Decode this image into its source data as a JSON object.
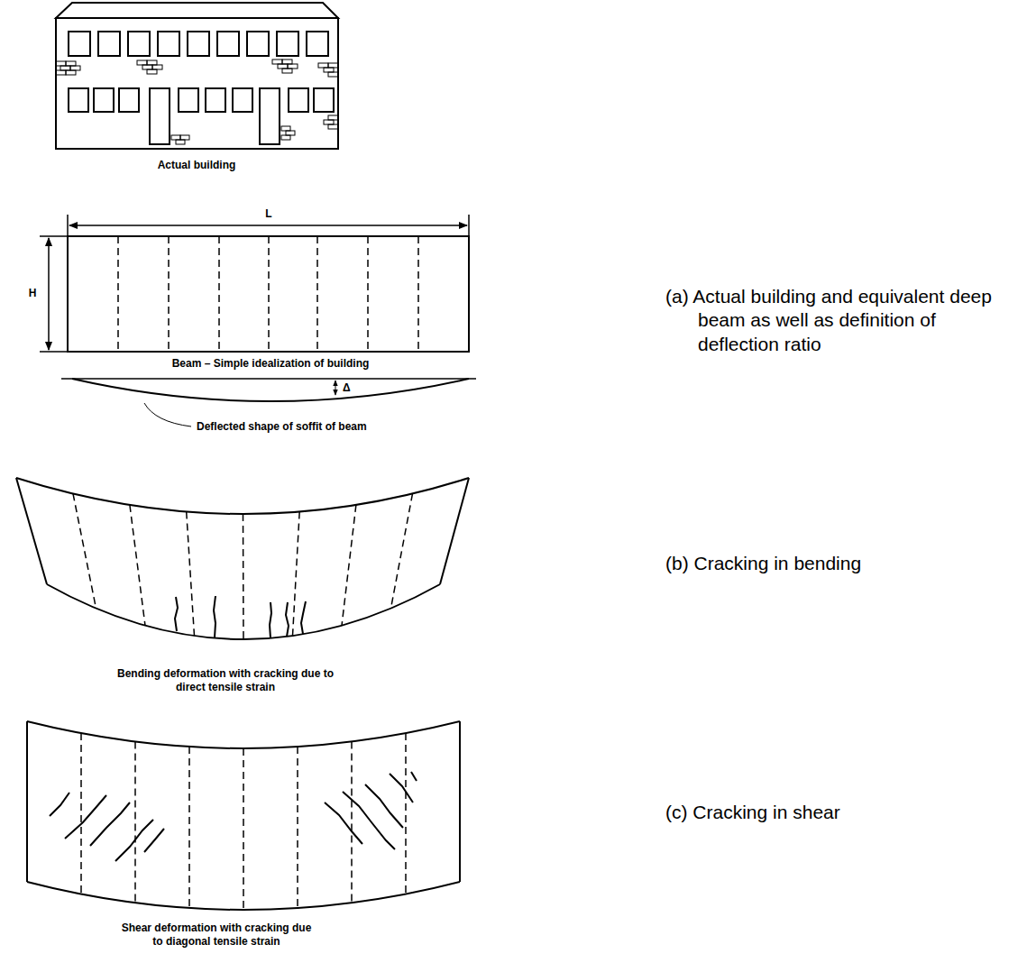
{
  "diagram": {
    "labels": [
      "Actual building",
      "L",
      "H",
      "Beam – Simple idealization of building",
      "Δ",
      "Deflected shape of soffit of beam",
      "Bending deformation with cracking due to direct tensile strain",
      "Shear deformation with cracking due to diagonal tensile strain",
      "(a) Actual building and equivalent deep beam as well as definition of deflection ratio",
      "(b) Cracking in bending",
      "(c) Cracking in shear"
    ]
  }
}
